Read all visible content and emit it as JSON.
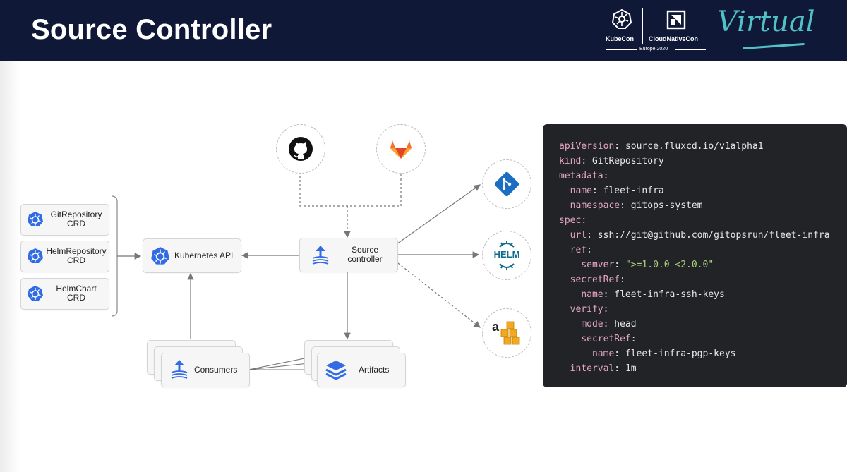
{
  "header": {
    "title": "Source Controller",
    "kubecon": "KubeCon",
    "cloudnative": "CloudNativeCon",
    "europe": "Europe 2020",
    "virtual": "Virtual"
  },
  "diagram": {
    "crds": [
      {
        "line1": "GitRepository",
        "line2": "CRD"
      },
      {
        "line1": "HelmRepository",
        "line2": "CRD"
      },
      {
        "line1": "HelmChart",
        "line2": "CRD"
      }
    ],
    "kubernetes_api": "Kubernetes API",
    "source_controller": {
      "line1": "Source",
      "line2": "controller"
    },
    "consumers": "Consumers",
    "artifacts": "Artifacts",
    "helm_label": "HELM",
    "aws_label": "a"
  },
  "code": {
    "lines": [
      {
        "indent": "",
        "key": "apiVersion",
        "val": "source.fluxcd.io/v1alpha1"
      },
      {
        "indent": "",
        "key": "kind",
        "val": "GitRepository"
      },
      {
        "indent": "",
        "key": "metadata",
        "val": ""
      },
      {
        "indent": "  ",
        "key": "name",
        "val": "fleet-infra"
      },
      {
        "indent": "  ",
        "key": "namespace",
        "val": "gitops-system"
      },
      {
        "indent": "",
        "key": "spec",
        "val": ""
      },
      {
        "indent": "  ",
        "key": "url",
        "val": "ssh://git@github.com/gitopsrun/fleet-infra"
      },
      {
        "indent": "  ",
        "key": "ref",
        "val": ""
      },
      {
        "indent": "    ",
        "key": "semver",
        "val": "\">=1.0.0 <2.0.0\""
      },
      {
        "indent": "  ",
        "key": "secretRef",
        "val": ""
      },
      {
        "indent": "    ",
        "key": "name",
        "val": "fleet-infra-ssh-keys"
      },
      {
        "indent": "  ",
        "key": "verify",
        "val": ""
      },
      {
        "indent": "    ",
        "key": "mode",
        "val": "head"
      },
      {
        "indent": "    ",
        "key": "secretRef",
        "val": ""
      },
      {
        "indent": "      ",
        "key": "name",
        "val": "fleet-infra-pgp-keys"
      },
      {
        "indent": "  ",
        "key": "interval",
        "val": "1m"
      }
    ]
  }
}
